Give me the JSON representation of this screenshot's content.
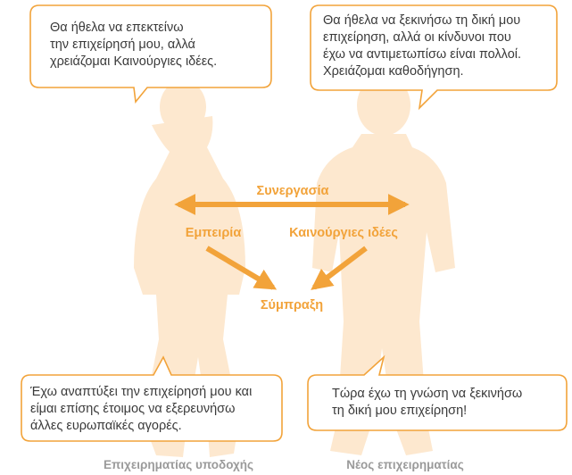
{
  "bubbles": {
    "top_left": "Θα ήθελα να επεκτείνω\nτην επιχείρησή μου, αλλά\nχρειάζομαι Καινούργιες ιδέες.",
    "top_right": "Θα ήθελα να ξεκινήσω τη δική μου\nεπιχείρηση, αλλά οι κίνδυνοι που\nέχω να αντιμετωπίσω είναι πολλοί.\nΧρειάζομαι καθοδήγηση.",
    "bottom_left": "Έχω αναπτύξει την επιχείρησή μου και\nείμαι επίσης έτοιμος να εξερευνήσω\nάλλες ευρωπαϊκές αγορές.",
    "bottom_right": "Τώρα έχω τη γνώση να ξεκινήσω\nτη δική μου επιχείρηση!"
  },
  "diagram": {
    "cooperation": "Συνεργασία",
    "experience": "Εμπειρία",
    "new_ideas": "Καινούργιες ιδέες",
    "partnership": "Σύμπραξη"
  },
  "captions": {
    "host": "Επιχειρηματίας υποδοχής",
    "new": "Νέος επιχειρηματίας"
  },
  "colors": {
    "accent": "#f2a33a",
    "silhouette": "#fde8cf",
    "bubble_border": "#f2a33a"
  }
}
